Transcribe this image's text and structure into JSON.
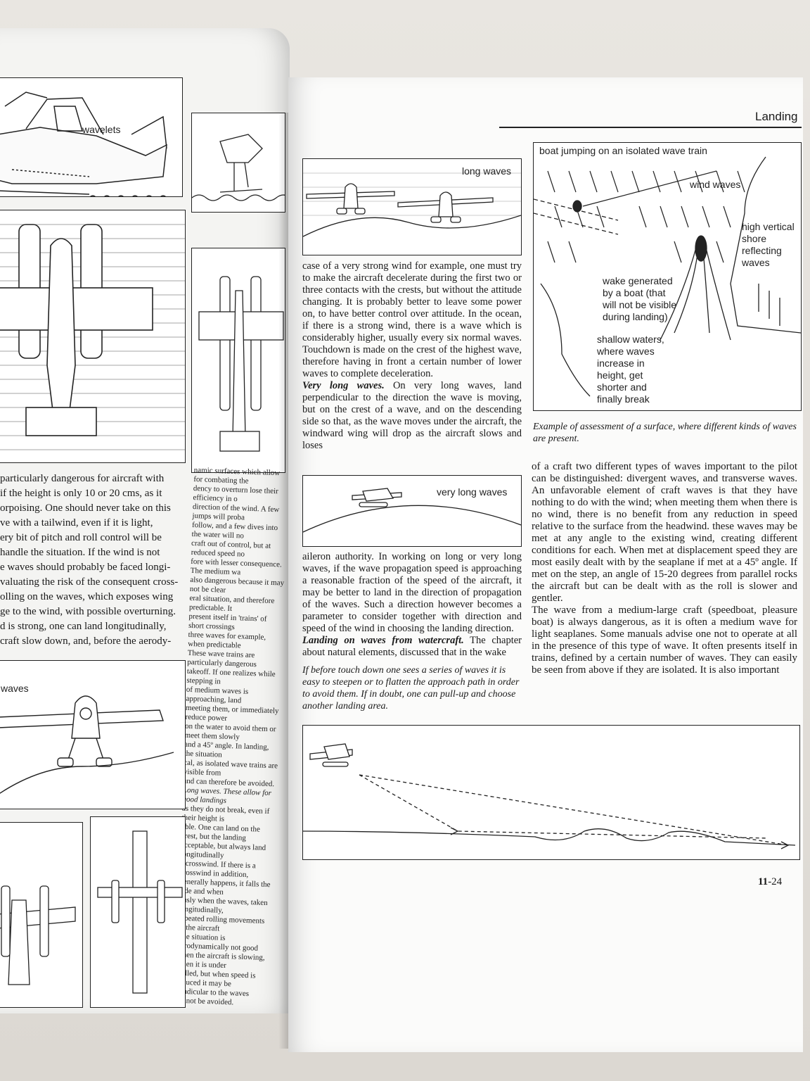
{
  "right_page": {
    "header": "Landing",
    "page_number_bold": "11",
    "page_number_rest": "-24",
    "fig_long_waves_label": "long waves",
    "col1_para1": "case of a very strong wind for example, one must try to make the aircraft decelerate during the first two or three contacts with the crests, but without the attitude changing. It is probably better to leave some power on, to have better control over attitude. In the ocean, if there is a strong wind, there is a wave which is considerably higher, usually every six normal waves. Touchdown is made on the crest of the highest wave, therefore having in front a certain number of lower waves to complete deceleration.",
    "col1_para2_lead": "Very long waves.",
    "col1_para2": " On very long waves, land perpendicular to the direction the wave is moving, but on the crest of a wave, and on the descending side so that, as the wave moves under the aircraft, the windward wing will drop as the aircraft slows and loses",
    "fig_very_long_label": "very long waves",
    "col1_para3": "aileron authority. In working on long or very long waves, if the wave propagation speed is approaching a reasonable fraction of the speed of the aircraft, it may be better to land in the direction of propagation of the waves. Such a direction however becomes a parameter to consider together with direction and speed of the wind in choosing the landing direction.",
    "col1_para4_lead": "Landing on waves from watercraft.",
    "col1_para4": " The chapter about natural elements, discussed that in the wake",
    "col1_caption": "If before touch down one  sees a series of waves it is easy to steepen or to flatten the approach path in order to avoid them. If in doubt, one can pull-up and choose another landing area.",
    "diagram_labels": {
      "boat_jumping": "boat jumping on an isolated wave train",
      "wind_waves": "wind waves",
      "shore": [
        "high vertical",
        "shore",
        "reflecting",
        "waves"
      ],
      "wake": [
        "wake generated",
        "by a boat (that",
        "will not be visible",
        "during landing)"
      ],
      "shallow": [
        "shallow waters,",
        "where waves",
        "increase in",
        "height, get",
        "shorter and",
        "finally break"
      ]
    },
    "diagram_caption": "Example of assessment of a surface, where different kinds of waves are present.",
    "col2_para1": "of a craft two different types of waves important to the pilot can be distinguished: divergent waves, and transverse waves. An unfavorable element of craft waves is that they have nothing to do with the wind; when meeting them when there is no wind, there is no benefit from any reduction in speed relative to the surface from the headwind. these waves may be met at any angle to the existing wind, creating different conditions for each. When met at displacement speed they are most easily dealt with by the seaplane if met at a 45º angle. If met on the step, an angle of 15-20 degrees from parallel rocks the aircraft but can be dealt with as the roll is slower and gentler.",
    "col2_para2": "The wave from a medium-large craft (speedboat, pleasure boat) is always dangerous, as it is often a medium wave for light seaplanes. Some manuals advise one not to operate at all in the presence of this type of wave. It often presents itself in trains, defined by a certain number of waves. They can easily be seen from above if they are isolated. It is also important"
  },
  "left_page": {
    "fig_wavelets_label": "wavelets",
    "fig_waves_label": "waves",
    "col1_lines": [
      "particularly dangerous for aircraft with",
      "if the height is only 10 or 20 cms, as it",
      "orpoising. One should never take on this",
      "ve with a tailwind, even if it is light,",
      "ery bit of pitch and roll control will be",
      "handle the situation. If the wind is not",
      "e waves should probably be faced longi-",
      "valuating the risk of the consequent cross-",
      "olling on the waves, which exposes wing",
      "ge to the wind, with possible overturning.",
      "d is strong, one can land longitudinally,",
      "craft slow down, and, before the aerody-"
    ],
    "col2_lines": [
      "namic surfaces which allow for combating the",
      "dency to overturn lose their efficiency in o",
      "direction of the wind. A few jumps will proba",
      "follow, and a few dives into the water will no",
      "craft out of control, but at reduced speed no",
      "fore with lesser consequence. The medium wa",
      "also dangerous because it may not be clear",
      "eral situation, and therefore predictable. It",
      "present itself in 'trains' of short crossings",
      "three waves for example, when predictable",
      "These wave trains are particularly dangerous",
      "takeoff. If one realizes while stepping in",
      "of medium waves is approaching, land",
      "meeting them, or immediately reduce power",
      "on the water to avoid them or meet them slowly",
      "and a 45º angle. In landing, the situation",
      "cal, as isolated wave trains are visible from",
      "and can therefore be avoided.",
      "Long waves. These allow for good landings",
      "as they do not break, even if their height is",
      "able. One can land on the crest, but the landing",
      "acceptable, but always land longitudinally",
      "a crosswind. If there is a crosswind in addition,",
      "generally happens, it falls the side and when",
      "ously when the waves, taken longitudinally,",
      "repeated rolling movements in the aircraft",
      "The situation is aerodynamically not good",
      "when the aircraft is slowing, when it is under",
      "trolled, but when speed is reduced it may be",
      "pendicular to the waves cannot be avoided."
    ]
  }
}
